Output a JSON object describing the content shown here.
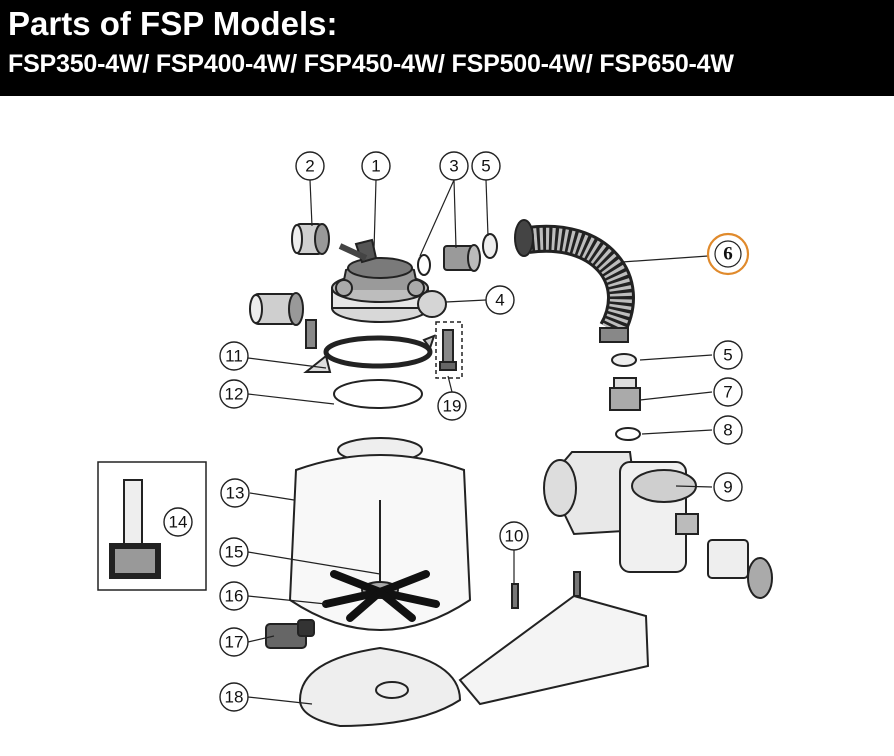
{
  "header": {
    "title": "Parts of FSP Models:",
    "models": "FSP350-4W/ FSP400-4W/ FSP450-4W/ FSP500-4W/ FSP650-4W"
  },
  "colors": {
    "header_bg": "#000000",
    "header_text": "#ffffff",
    "highlight": "#e08a2c"
  },
  "callouts": [
    {
      "id": "p2",
      "label": "2"
    },
    {
      "id": "p1",
      "label": "1"
    },
    {
      "id": "p3",
      "label": "3"
    },
    {
      "id": "p5a",
      "label": "5"
    },
    {
      "id": "p6",
      "label": "6",
      "highlighted": true
    },
    {
      "id": "p4",
      "label": "4"
    },
    {
      "id": "p11",
      "label": "11"
    },
    {
      "id": "p12",
      "label": "12"
    },
    {
      "id": "p19",
      "label": "19"
    },
    {
      "id": "p5b",
      "label": "5"
    },
    {
      "id": "p7",
      "label": "7"
    },
    {
      "id": "p8",
      "label": "8"
    },
    {
      "id": "p9",
      "label": "9"
    },
    {
      "id": "p13",
      "label": "13"
    },
    {
      "id": "p14",
      "label": "14"
    },
    {
      "id": "p15",
      "label": "15"
    },
    {
      "id": "p10",
      "label": "10"
    },
    {
      "id": "p16",
      "label": "16"
    },
    {
      "id": "p17",
      "label": "17"
    },
    {
      "id": "p18",
      "label": "18"
    }
  ]
}
